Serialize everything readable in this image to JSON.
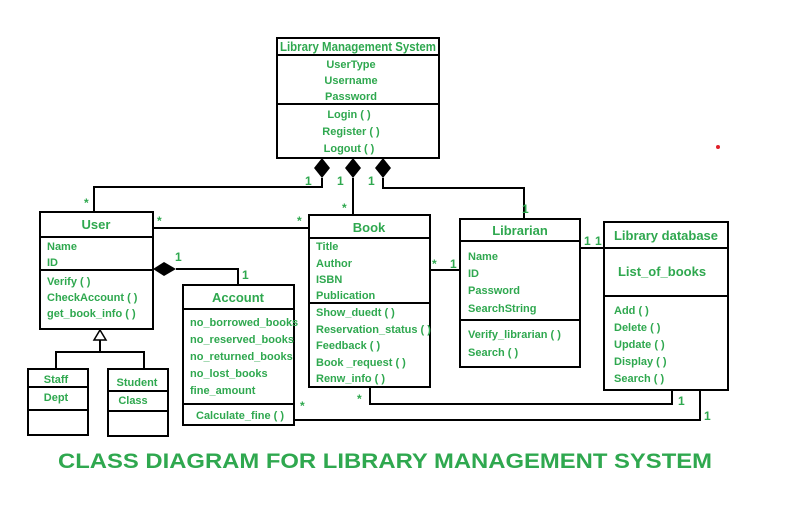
{
  "title": "CLASS DIAGRAM FOR LIBRARY MANAGEMENT SYSTEM",
  "colors": {
    "text": "#2fa84f",
    "line": "#000000",
    "dot": "#e0202a"
  },
  "classes": {
    "lms": {
      "name": "Library Management System",
      "attributes": [
        "UserType",
        "Username",
        "Password"
      ],
      "methods": [
        "Login ( )",
        "Register ( )",
        "Logout ( )"
      ]
    },
    "user": {
      "name": "User",
      "attributes": [
        "Name",
        "ID"
      ],
      "methods": [
        "Verify ( )",
        "CheckAccount ( )",
        "get_book_info ( )"
      ]
    },
    "book": {
      "name": "Book",
      "attributes": [
        "Title",
        "Author",
        "ISBN",
        "Publication"
      ],
      "methods": [
        "Show_duedt ( )",
        "Reservation_status ( )",
        "Feedback ( )",
        "Book _request ( )",
        "Renw_info ( )"
      ]
    },
    "librarian": {
      "name": "Librarian",
      "attributes": [
        "Name",
        "ID",
        "Password",
        "SearchString"
      ],
      "methods": [
        "Verify_librarian ( )",
        "Search ( )"
      ]
    },
    "librarydb": {
      "name": "Library database",
      "attributes": [
        "List_of_books"
      ],
      "methods": [
        "Add ( )",
        "Delete ( )",
        "Update ( )",
        "Display ( )",
        "Search ( )"
      ]
    },
    "account": {
      "name": "Account",
      "attributes": [
        "no_borrowed_books",
        "no_reserved_books",
        "no_returned_books",
        "no_lost_books",
        "fine_amount"
      ],
      "methods": [
        "Calculate_fine ( )"
      ]
    },
    "staff": {
      "name": "Staff",
      "attributes": [
        "Dept"
      ]
    },
    "student": {
      "name": "Student",
      "attributes": [
        "Class"
      ]
    }
  },
  "multiplicities": {
    "lms_user": "1",
    "user_lms": "*",
    "lms_book": "1",
    "book_lms": "*",
    "lms_librarian": "1",
    "librarian_lms": "1",
    "user_book_user": "*",
    "user_book_book": "*",
    "user_account_user": "1",
    "user_account_account": "1",
    "book_librarian_book": "*",
    "book_librarian_librarian": "1",
    "librarian_db_librarian": "1",
    "librarian_db_db": "1",
    "account_db_account": "*",
    "account_db_db": "1",
    "book_db_book": "*",
    "book_db_db": "1"
  }
}
